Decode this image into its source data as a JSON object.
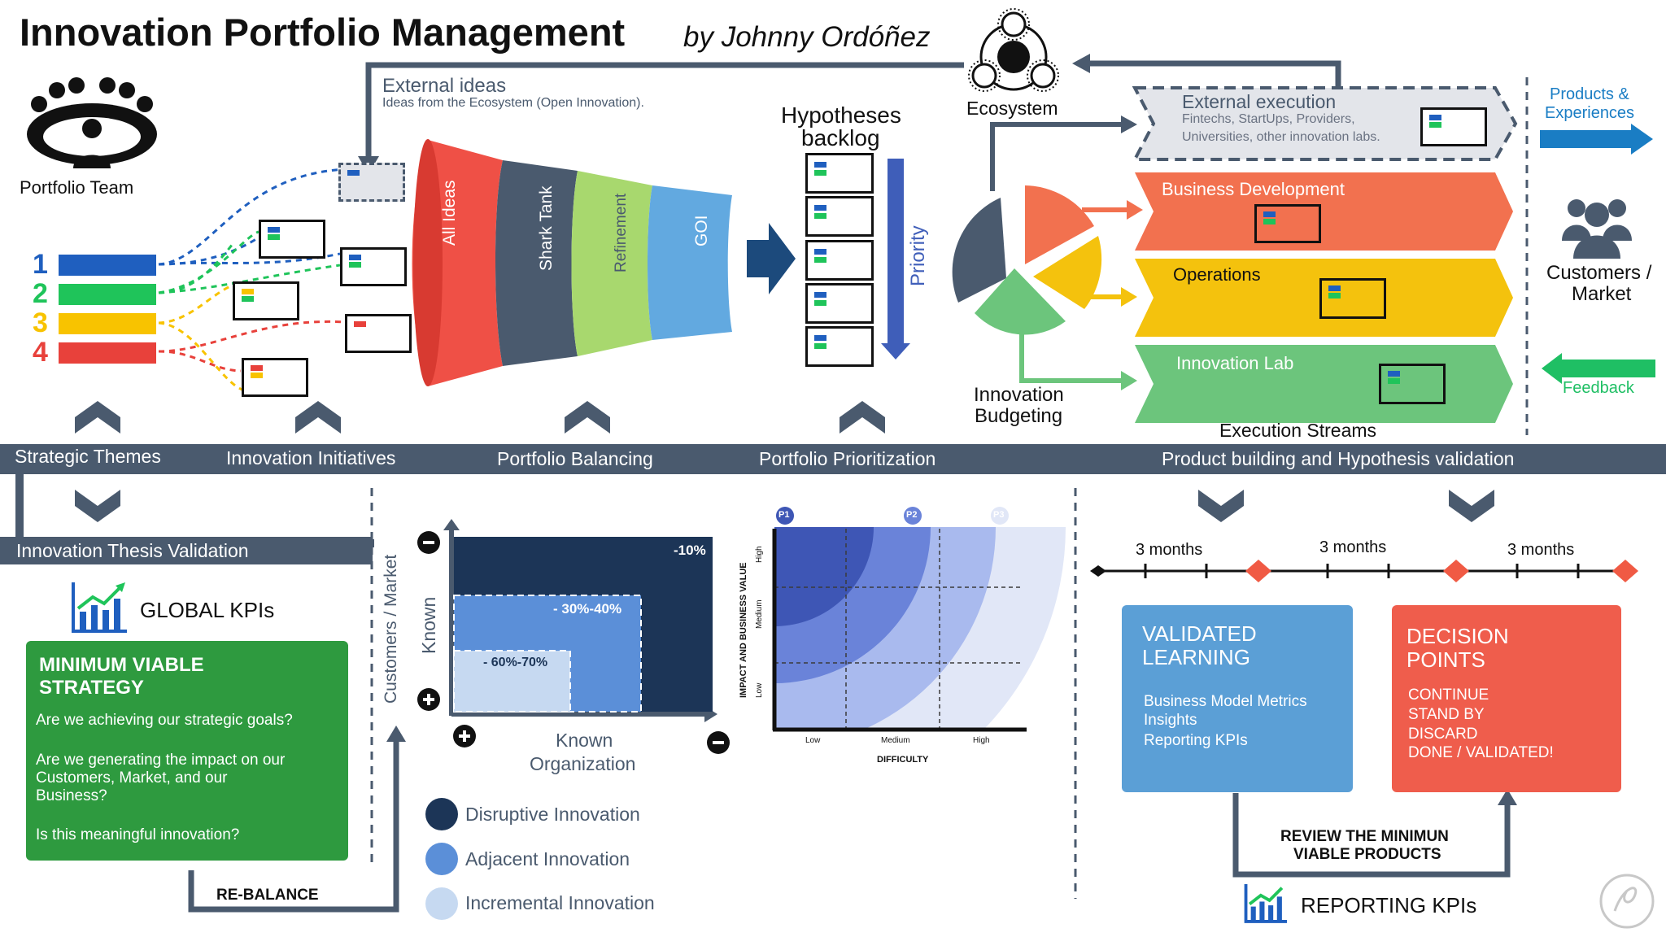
{
  "header": {
    "title": "Innovation Portfolio Management",
    "author": "by Johnny Ordóñez"
  },
  "team": {
    "label": "Portfolio Team"
  },
  "themes": {
    "numbers": [
      "1",
      "2",
      "3",
      "4"
    ],
    "colors": [
      "#1f5fbf",
      "#1fc45a",
      "#f8c300",
      "#e8413b"
    ]
  },
  "external_ideas": {
    "title": "External ideas",
    "subtitle": "Ideas from the Ecosystem (Open Innovation)."
  },
  "funnel": {
    "stages": [
      "All Ideas",
      "Shark Tank",
      "Refinement",
      "GOI"
    ],
    "colors": [
      "#ef5046",
      "#4a5a6e",
      "#a8d86e",
      "#62a9e0"
    ]
  },
  "backlog": {
    "title_line1": "Hypotheses",
    "title_line2": "backlog",
    "priority": "Priority"
  },
  "ecosystem": {
    "label": "Ecosystem"
  },
  "budgeting": {
    "line1": "Innovation",
    "line2": "Budgeting"
  },
  "streams": {
    "external": {
      "title": "External execution",
      "line1": "Fintechs, StartUps, Providers,",
      "line2": "Universities, other innovation labs."
    },
    "items": [
      {
        "label": "Business Development",
        "color": "#f2714f"
      },
      {
        "label": "Operations",
        "color": "#f4c20d"
      },
      {
        "label": "Innovation Lab",
        "color": "#6cc57c"
      }
    ],
    "caption": "Execution Streams"
  },
  "market": {
    "products_line1": "Products &",
    "products_line2": "Experiences",
    "customers_line1": "Customers /",
    "customers_line2": "Market",
    "feedback": "Feedback"
  },
  "band": {
    "labels": [
      "Strategic Themes",
      "Innovation Initiatives",
      "Portfolio Balancing",
      "Portfolio Prioritization",
      "Product building  and Hypothesis validation"
    ]
  },
  "thesis": {
    "label": "Innovation Thesis Validation"
  },
  "global_kpis": {
    "title": "GLOBAL KPIs",
    "mvs_title_line1": "MINIMUM VIABLE",
    "mvs_title_line2": "STRATEGY",
    "questions": [
      "Are we achieving our strategic goals?",
      "Are we generating the impact on our",
      "Customers, Market, and our",
      "Business?",
      "Is this meaningful innovation?"
    ]
  },
  "rebalance": {
    "label": "RE-BALANCE"
  },
  "balancing": {
    "y_axis_outer": "Customers / Market",
    "y_axis_inner": "Known",
    "x_axis_inner": "Known",
    "x_axis_outer": "Organization",
    "levels": [
      "-10%",
      "- 30%-40%",
      "- 60%-70%"
    ],
    "colors": [
      "#1c3557",
      "#5b8fd8",
      "#c6d9f1"
    ],
    "legend": [
      "Disruptive Innovation",
      "Adjacent Innovation",
      "Incremental Innovation"
    ]
  },
  "prioritization": {
    "y_label": "IMPACT AND BUSINESS VALUE",
    "y_ticks": [
      "High",
      "Medium",
      "Low"
    ],
    "x_label": "DIFFICULTY",
    "x_ticks": [
      "Low",
      "Medium",
      "High"
    ],
    "priorities": [
      "P1",
      "P2",
      "P3"
    ]
  },
  "timeline": {
    "periods": [
      "3 months",
      "3 months",
      "3 months"
    ]
  },
  "validated_learning": {
    "title_line1": "VALIDATED",
    "title_line2": "LEARNING",
    "items": [
      "Business Model Metrics",
      "Insights",
      "Reporting KPIs"
    ]
  },
  "decision_points": {
    "title_line1": "DECISION",
    "title_line2": "POINTS",
    "items": [
      "CONTINUE",
      "STAND BY",
      "DISCARD",
      "DONE / VALIDATED!"
    ]
  },
  "review": {
    "line1": "REVIEW THE MINIMUN",
    "line2": "VIABLE PRODUCTS"
  },
  "reporting_kpis": {
    "title": "REPORTING KPIs"
  }
}
